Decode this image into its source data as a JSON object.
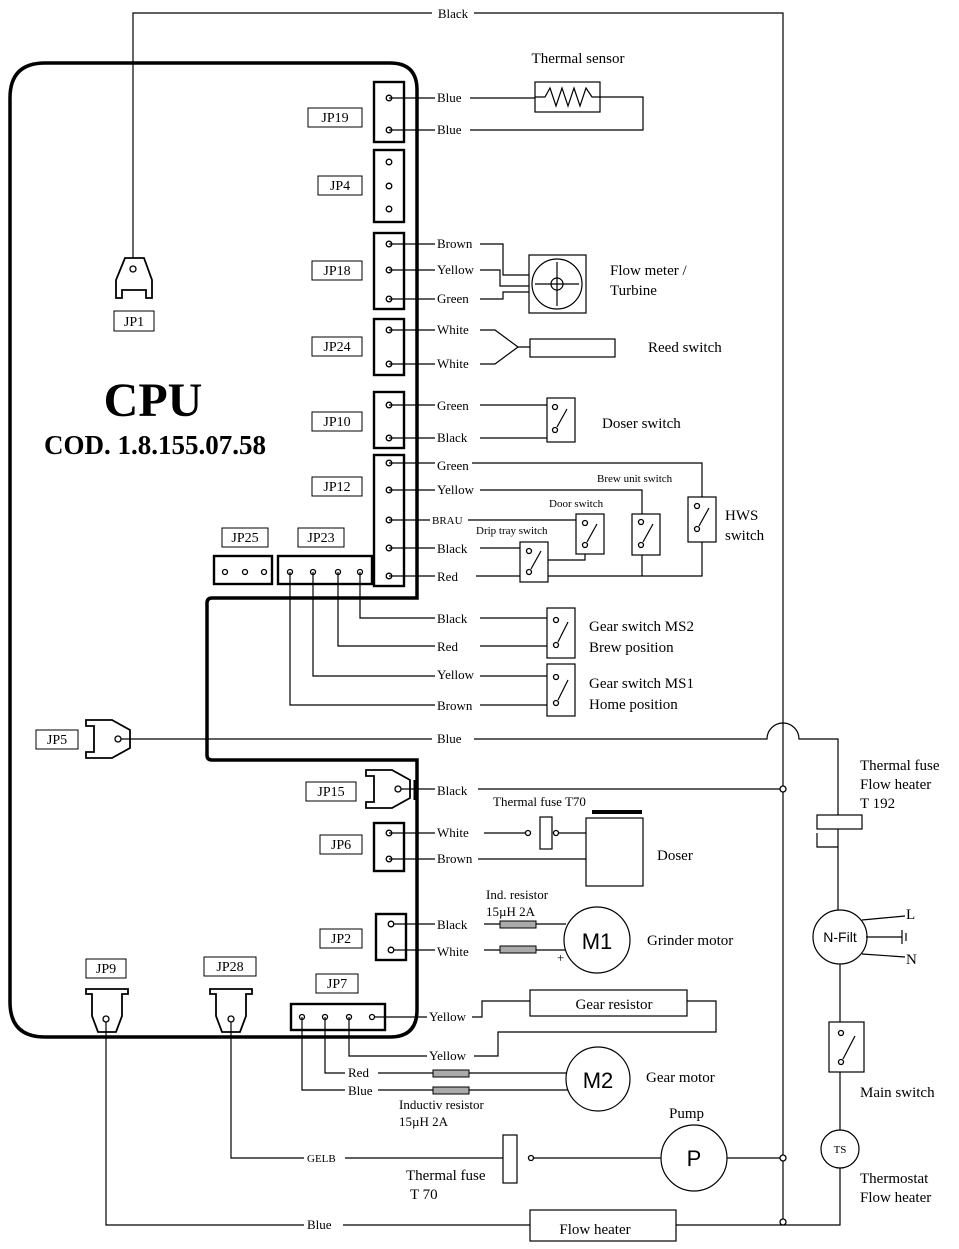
{
  "board": {
    "title": "CPU",
    "code": "COD. 1.8.155.07.58"
  },
  "connectors": {
    "jp1": "JP1",
    "jp19": "JP19",
    "jp4": "JP4",
    "jp18": "JP18",
    "jp24": "JP24",
    "jp10": "JP10",
    "jp12": "JP12",
    "jp25": "JP25",
    "jp23": "JP23",
    "jp5": "JP5",
    "jp15": "JP15",
    "jp6": "JP6",
    "jp2": "JP2",
    "jp9": "JP9",
    "jp28": "JP28",
    "jp7": "JP7"
  },
  "wires": {
    "black": "Black",
    "blue": "Blue",
    "brown": "Brown",
    "yellow": "Yellow",
    "green": "Green",
    "white": "White",
    "red": "Red",
    "brau": "BRAU",
    "gelb": "GELB"
  },
  "components": {
    "thermal_sensor": "Thermal sensor",
    "flow_meter_1": "Flow meter /",
    "flow_meter_2": "Turbine",
    "reed_switch": "Reed switch",
    "doser_switch": "Doser switch",
    "brew_unit_switch": "Brew unit switch",
    "door_switch": "Door switch",
    "drip_tray_switch": "Drip tray switch",
    "hws_1": "HWS",
    "hws_2": "switch",
    "ms2_1": "Gear switch MS2",
    "ms2_2": "Brew position",
    "ms1_1": "Gear switch MS1",
    "ms1_2": "Home position",
    "thermal_fuse_flow_1": "Thermal fuse",
    "thermal_fuse_flow_2": "Flow heater",
    "thermal_fuse_flow_3": "T 192",
    "thermal_fuse_t70_doser": "Thermal fuse T70",
    "doser": "Doser",
    "ind_resistor_1": "Ind. resistor",
    "ind_resistor_2": "15µH 2A",
    "m1": "M1",
    "grinder_motor": "Grinder motor",
    "plus": "+",
    "nfilt": "N-Filt",
    "line_l": "L",
    "line_n": "N",
    "gear_resistor": "Gear resistor",
    "m2": "M2",
    "gear_motor": "Gear motor",
    "inductiv_resistor_1": "Inductiv resistor",
    "inductiv_resistor_2": "15µH 2A",
    "main_switch": "Main switch",
    "pump": "Pump",
    "p": "P",
    "thermal_fuse_pump_1": "Thermal fuse",
    "thermal_fuse_pump_2": "T 70",
    "ts": "TS",
    "thermostat_1": "Thermostat",
    "thermostat_2": "Flow heater",
    "flow_heater": "Flow heater"
  }
}
